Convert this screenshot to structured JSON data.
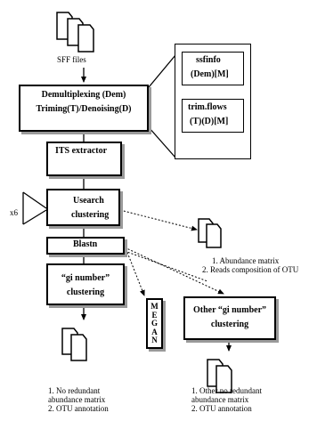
{
  "top": {
    "files_label": "SFF files"
  },
  "boxes": {
    "demux": {
      "line1": "Demultiplexing (Dem)",
      "line2": "Triming(T)/Denoising(D)"
    },
    "ssfinfo": {
      "line1": "ssfinfo",
      "line2": "(Dem)[M]"
    },
    "trimflows": {
      "line1": "trim.flows",
      "line2": "(T)(D)[M]"
    },
    "its": {
      "label": "ITS extractor"
    },
    "usearch": {
      "line1": "Usearch",
      "line2": "clustering"
    },
    "blastn": {
      "label": "Blastn"
    },
    "gi": {
      "line1": "“gi number”",
      "line2": "clustering"
    },
    "megan": {
      "letters": [
        "M",
        "E",
        "G",
        "A",
        "N"
      ]
    },
    "other": {
      "line1": "Other “gi number”",
      "line2": "clustering"
    }
  },
  "loop_label": "x6",
  "outputs": {
    "usearch": [
      "1. Abundance matrix",
      "2. Reads composition of OTU"
    ],
    "gi": [
      "1. No redundant",
      "abundance matrix",
      "2. OTU annotation"
    ],
    "other": [
      "1. Other no redundant",
      "abundance matrix",
      "2. OTU annotation"
    ]
  }
}
